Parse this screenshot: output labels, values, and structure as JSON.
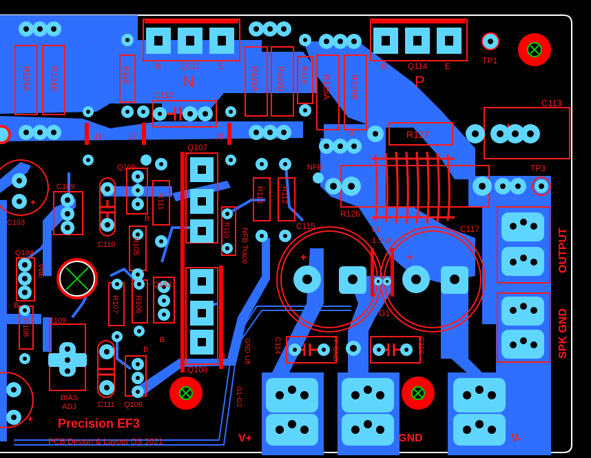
{
  "board": {
    "title": "Precision EF3",
    "subtitle": "PCB Design & Layout GS 2021",
    "colors": {
      "background": "#000000",
      "copper_bottom": "#2f6fff",
      "copper_top": "#ff0000",
      "pad": "#5fd6ff",
      "silkscreen": "#ff1a1a",
      "outline": "#ffffff",
      "mounting_hole_mark": "#00d000"
    }
  },
  "labels": {
    "r124a": "R124A",
    "r124b": "R124B",
    "r116": "R116",
    "q111": "Q111",
    "q111_b": "B",
    "q111_e": "E",
    "q111_n": "N",
    "r122a": "R122A",
    "r122b": "R122B",
    "r119": "R119",
    "r125a": "R125A",
    "r125b": "R125B",
    "q114": "Q114",
    "q114_b": "B",
    "q114_e": "E",
    "q114_p": "P",
    "tp1": "TP1",
    "c112": "C112",
    "c113": "C113",
    "r127": "R127",
    "j1": "J1",
    "j2": "J2",
    "j3": "J3",
    "q107": "Q107",
    "q105": "Q105",
    "c109": "C109",
    "c103": "C103",
    "c110": "C110",
    "r111": "R111",
    "r113": "R113",
    "r112": "R112",
    "nfb": "NFB",
    "r126": "R126",
    "l1": "L1",
    "l1_value": "1.5uH",
    "c115": "C115",
    "c117": "C117",
    "tp3": "TP3",
    "output": "OUTPUT",
    "q104": "Q104",
    "r110": "R110",
    "nfb_trace": "NFB Trace",
    "r105": "R105",
    "vbe": "VBE",
    "q103": "Q103",
    "r108": "R108",
    "r107": "R107",
    "r106": "R106",
    "r109": "R109",
    "bias_adj_1": "BIAS",
    "bias_adj_2": "ADJ",
    "c111": "C111",
    "q106": "Q106",
    "q108": "Q108",
    "c114": "C114",
    "tp_gnd": "TP GND",
    "c116": "C116",
    "g1": "G1",
    "spk_gnd": "SPK GND",
    "gnd_lift": "GND Lift",
    "g1_g2": "G1-G2",
    "v_plus": "V+",
    "gnd": "GND",
    "v_minus": "V-",
    "b_marks": [
      "B",
      "B",
      "B",
      "B",
      "B",
      "B"
    ],
    "plus_marks": [
      "+",
      "+",
      "+",
      "+"
    ]
  }
}
